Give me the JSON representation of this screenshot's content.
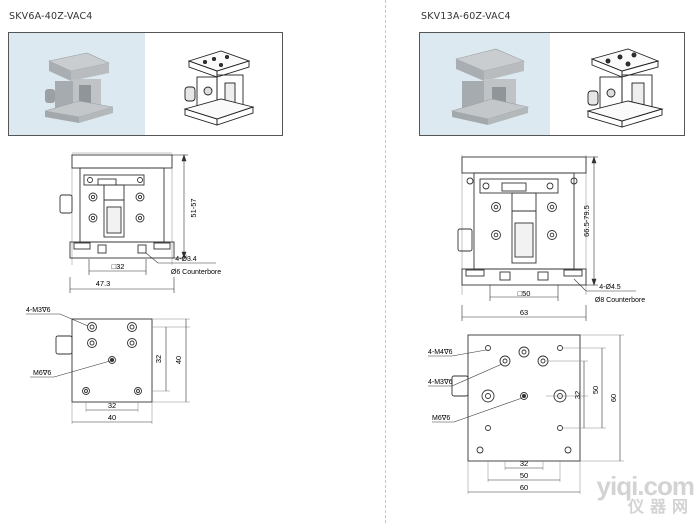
{
  "left": {
    "model": "SKV6A-40Z-VAC4",
    "dims": {
      "height": "51-57",
      "top_square": "□32",
      "overall": "47.3",
      "holes": "4-Ø3.4",
      "counterbore": "Ø6 Counterbore",
      "tap": "4-M3∇6",
      "center_tap": "M6∇6",
      "inner_v": "32",
      "outer_v": "40",
      "inner_h": "32",
      "outer_h": "40"
    }
  },
  "right": {
    "model": "SKV13A-60Z-VAC4",
    "dims": {
      "height": "66.5-79.5",
      "top_square": "□50",
      "overall": "63",
      "holes": "4-Ø4.5",
      "counterbore": "Ø8 Counterbore",
      "tap_a": "4-M4∇6",
      "tap_b": "4-M3∇6",
      "center_tap": "M6∇6",
      "inner_v": "32",
      "mid_v": "50",
      "outer_v": "60",
      "inner_h": "32",
      "mid_h": "50",
      "outer_h": "60"
    }
  },
  "watermark": {
    "line1": "yiqi.com",
    "line2": "仪器网"
  }
}
